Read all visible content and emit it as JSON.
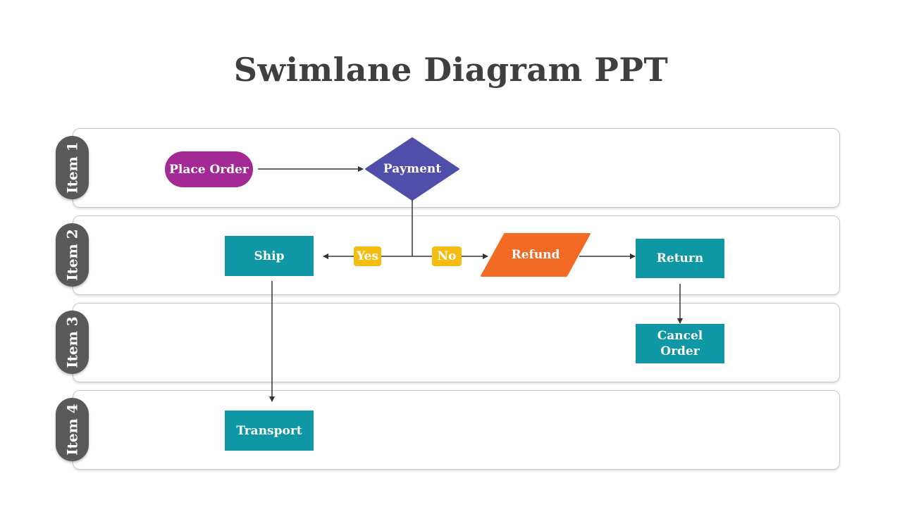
{
  "title": "Swimlane Diagram PPT",
  "lanes": [
    {
      "label": "Item 1"
    },
    {
      "label": "Item 2"
    },
    {
      "label": "Item 3"
    },
    {
      "label": "Item 4"
    }
  ],
  "nodes": {
    "place_order": "Place Order",
    "payment": "Payment",
    "ship": "Ship",
    "refund": "Refund",
    "return": "Return",
    "cancel_order": "Cancel Order",
    "transport": "Transport"
  },
  "branch_labels": {
    "yes": "Yes",
    "no": "No"
  },
  "colors": {
    "title": "#3f3f3f",
    "lane_tab": "#595959",
    "start_pill": "#a32a95",
    "decision": "#4f4fab",
    "process": "#0f97a6",
    "io": "#f26a24",
    "branch_chip": "#f5bd12",
    "connector": "#333333"
  }
}
